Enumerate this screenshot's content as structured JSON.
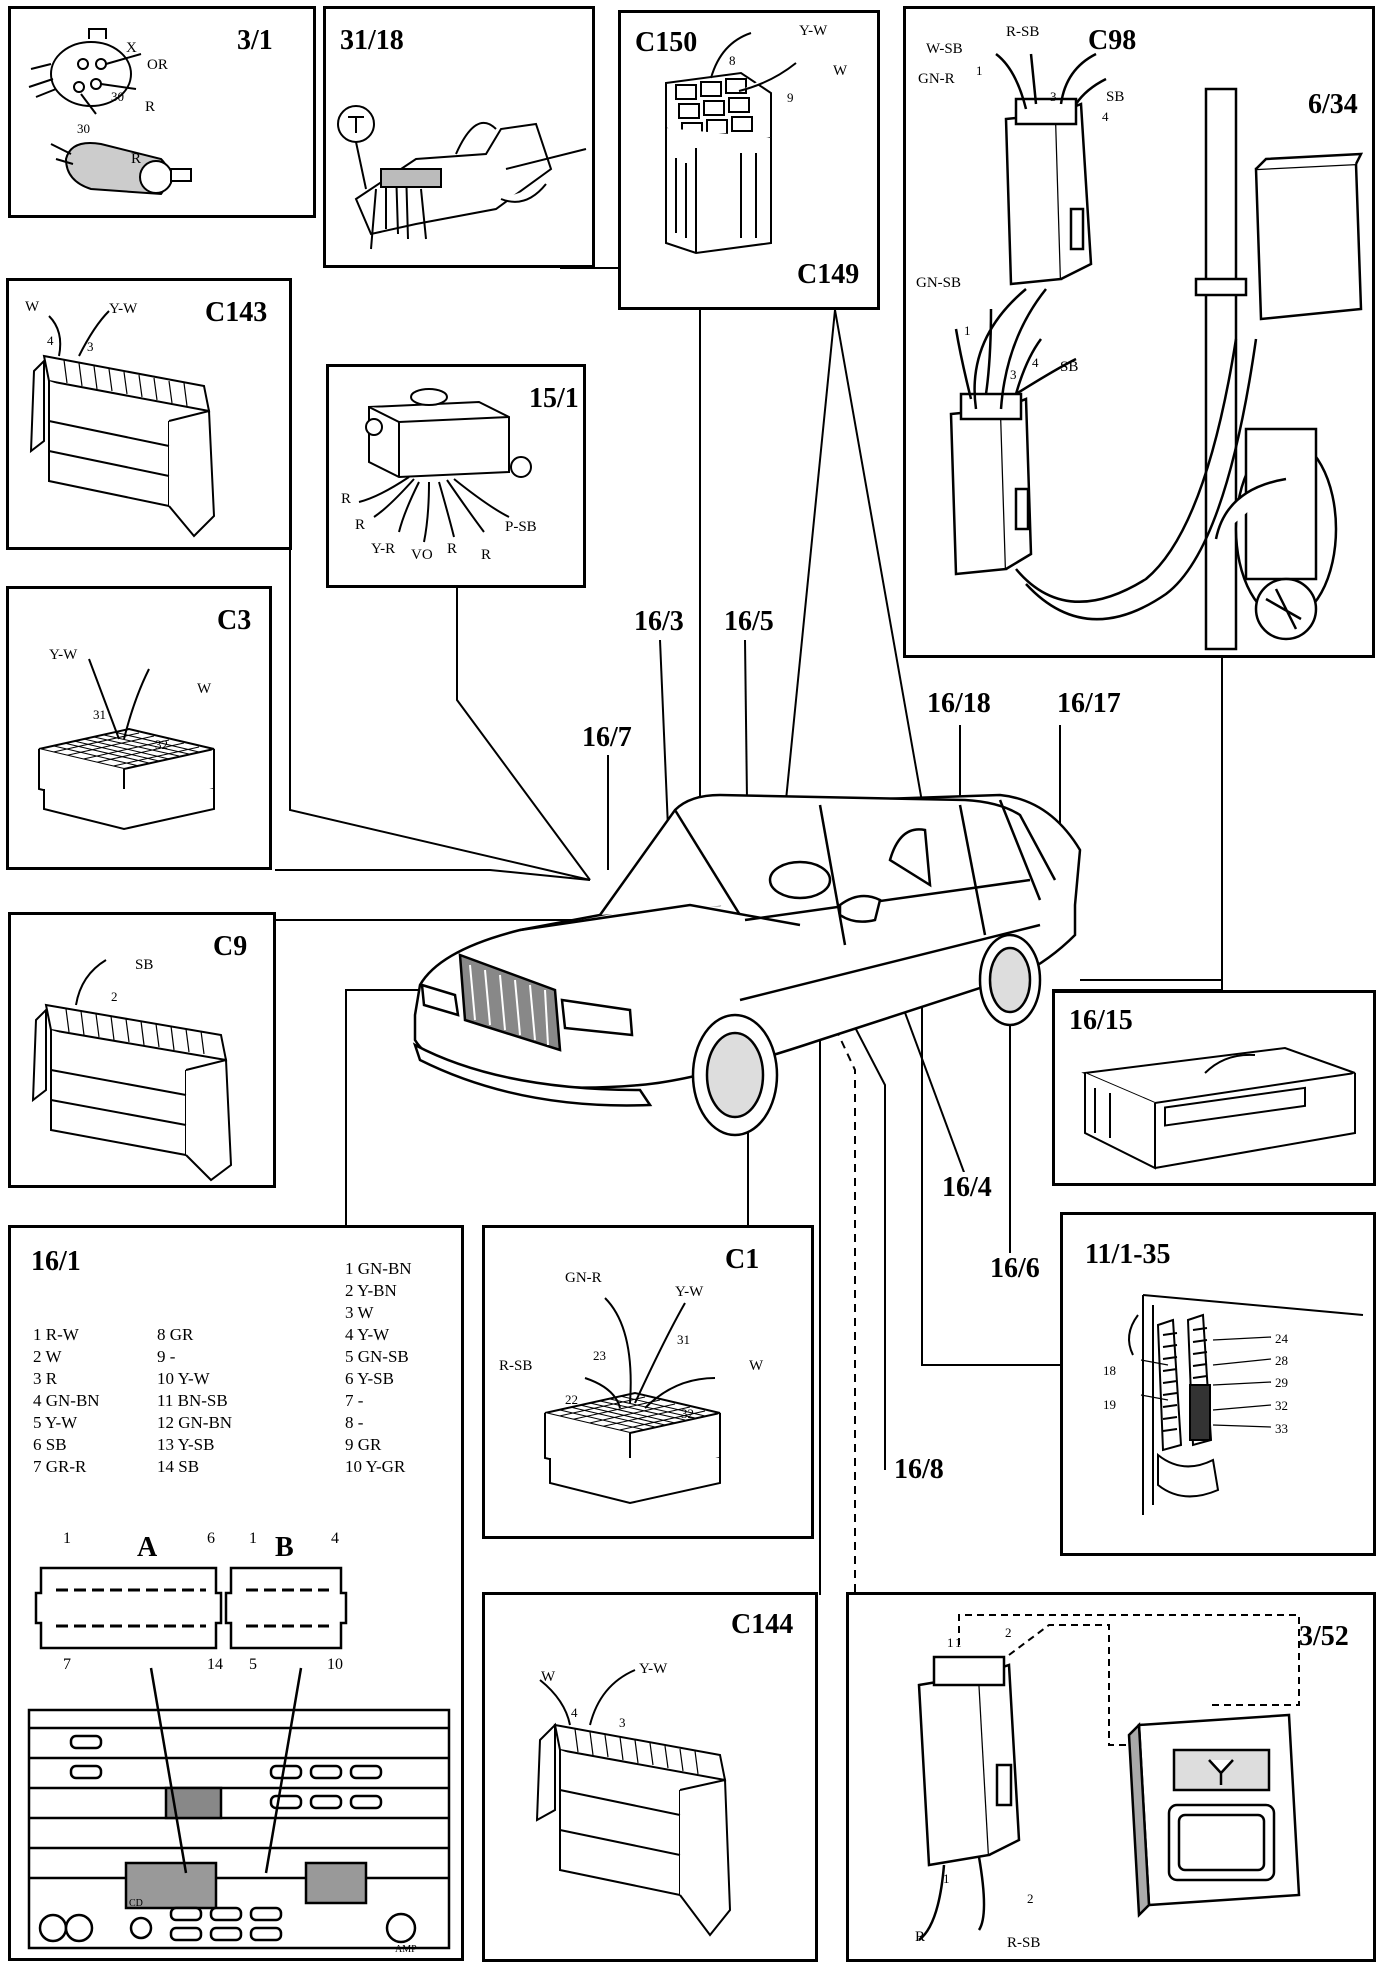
{
  "callouts": {
    "c3_1": "3/1",
    "c31_18": "31/18",
    "c150": "C150",
    "c149": "C149",
    "c98": "C98",
    "c6_34": "6/34",
    "c143": "C143",
    "c15_1": "15/1",
    "c3": "C3",
    "c9": "C9",
    "c16_15": "16/15",
    "c16_1": "16/1",
    "c1": "C1",
    "c11_1_35": "11/1-35",
    "c144": "C144",
    "c3_52": "3/52"
  },
  "refs": {
    "r16_7": "16/7",
    "r16_3": "16/3",
    "r16_5": "16/5",
    "r16_18": "16/18",
    "r16_17": "16/17",
    "r16_4": "16/4",
    "r16_6": "16/6",
    "r16_8": "16/8"
  },
  "wires": {
    "b3_1": {
      "x": "X",
      "or": "OR",
      "n30a": "30",
      "r1": "R",
      "n30b": "30",
      "r2": "R"
    },
    "b150": {
      "yw": "Y-W",
      "w": "W",
      "p8": "8",
      "p9": "9"
    },
    "b98": {
      "wsb": "W-SB",
      "rsb": "R-SB",
      "gnr": "GN-R",
      "sb1": "SB",
      "p1": "1",
      "p3": "3",
      "p4": "4",
      "gnsb": "GN-SB",
      "sb2": "SB",
      "q1": "1",
      "q3": "3",
      "q4": "4"
    },
    "b143": {
      "w": "W",
      "yw": "Y-W",
      "p4": "4",
      "p3": "3"
    },
    "b15_1": {
      "r1": "R",
      "r2": "R",
      "yr": "Y-R",
      "vo": "VO",
      "r3": "R",
      "r4": "R",
      "psb": "P-SB"
    },
    "b3": {
      "yw": "Y-W",
      "w": "W",
      "p31": "31",
      "p32": "32"
    },
    "b9": {
      "sb": "SB",
      "p2": "2"
    },
    "b1": {
      "gnr": "GN-R",
      "yw": "Y-W",
      "rsb": "R-SB",
      "w": "W",
      "p23": "23",
      "p31": "31",
      "p22": "22",
      "p32": "32"
    },
    "b11": {
      "p18": "18",
      "p19": "19",
      "p24": "24",
      "p28": "28",
      "p29": "29",
      "p32": "32",
      "p33": "33"
    },
    "b144": {
      "w": "W",
      "yw": "Y-W",
      "p4": "4",
      "p3": "3"
    },
    "b3_52": {
      "p1a": "1",
      "p1b": "1",
      "p2a": "2",
      "p2b": "2",
      "r": "R",
      "rsb": "R-SB"
    }
  },
  "radio": {
    "list_a1": [
      "1 R-W",
      "2 W",
      "3 R",
      "4 GN-BN",
      "5 Y-W",
      "6 SB",
      "7 GR-R"
    ],
    "list_a2": [
      "8 GR",
      "9 -",
      "10 Y-W",
      "11 BN-SB",
      "12 GN-BN",
      "13 Y-SB",
      "14 SB"
    ],
    "list_b": [
      "1 GN-BN",
      "2 Y-BN",
      "3 W",
      "4 Y-W",
      "5 GN-SB",
      "6 Y-SB",
      "7 -",
      "8 -",
      "9 GR",
      "10 Y-GR"
    ],
    "conn_a": {
      "name": "A",
      "p1": "1",
      "p6": "6",
      "p7": "7",
      "p14": "14"
    },
    "conn_b": {
      "name": "B",
      "p1": "1",
      "p4": "4",
      "p5": "5",
      "p10": "10"
    },
    "cd": "CD",
    "amp": "AMP"
  }
}
